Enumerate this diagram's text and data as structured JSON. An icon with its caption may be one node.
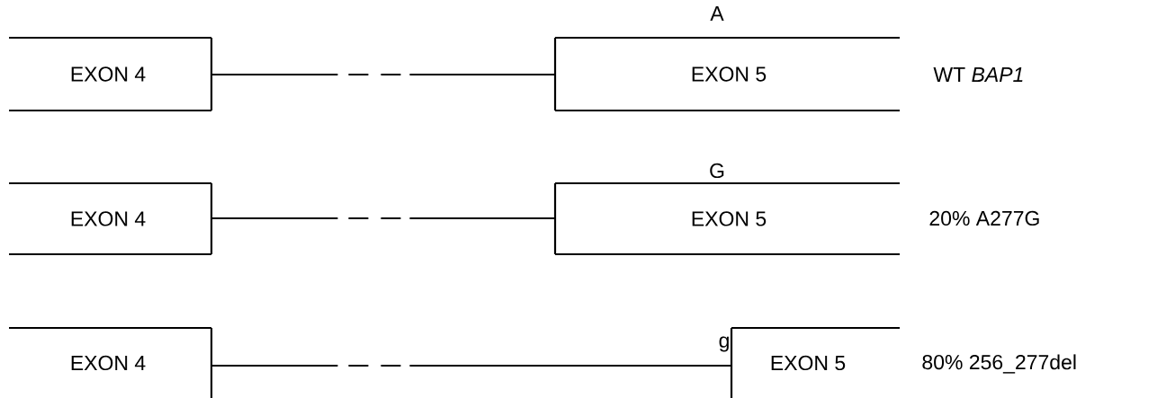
{
  "diagram": {
    "nodes": [
      {
        "text": [
          "EXON 4"
        ]
      },
      {
        "text": [
          "EXON 5"
        ]
      },
      {
        "text": [
          "EXON 4"
        ]
      },
      {
        "text": [
          "EXON 5"
        ]
      },
      {
        "text": [
          "EXON 4"
        ]
      },
      {
        "text": [
          "EXON 5"
        ]
      }
    ],
    "edges": [
      {
        "from": 0,
        "to": 1,
        "arrow": "none",
        "style": "dashed"
      },
      {
        "from": 2,
        "to": 3,
        "arrow": "none",
        "style": "dashed"
      },
      {
        "from": 4,
        "to": 5,
        "arrow": "none",
        "style": "dashed"
      }
    ],
    "labels": [
      "A",
      "WT *BAP1*",
      "G",
      "20% A277G",
      "g",
      "80% 256_277del"
    ]
  }
}
